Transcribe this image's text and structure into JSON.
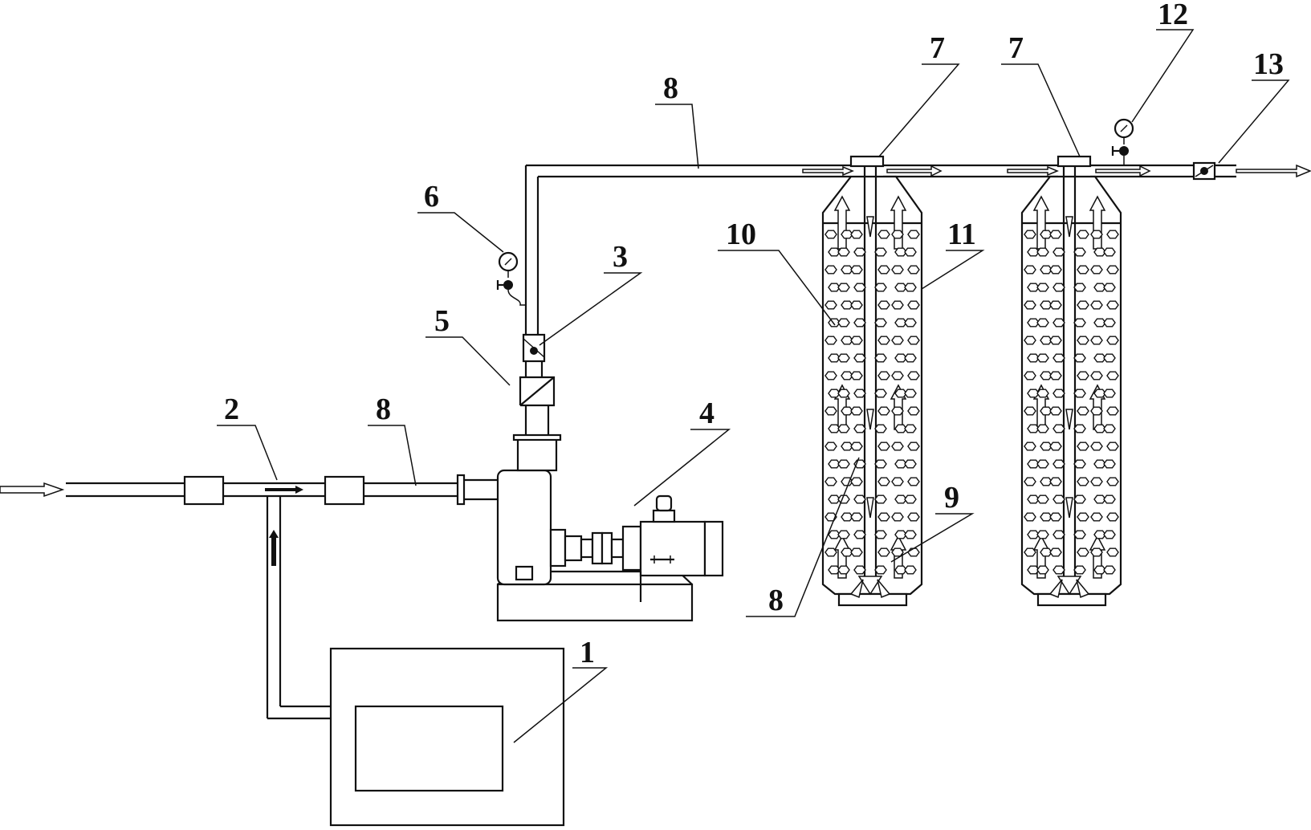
{
  "labels": {
    "tank": "1",
    "mixer": "2",
    "flowmeter": "3",
    "pump": "4",
    "check_valve": "5",
    "gauge_pump": "6",
    "distributor_a": "7",
    "distributor_b": "7",
    "pipe_top": "8",
    "pipe_inlet": "8",
    "pipe_center": "8",
    "nozzle": "9",
    "packing": "10",
    "reactor": "11",
    "gauge_outlet": "12",
    "outlet_valve": "13"
  },
  "colors": {
    "line": "#111111",
    "background": "#ffffff"
  }
}
